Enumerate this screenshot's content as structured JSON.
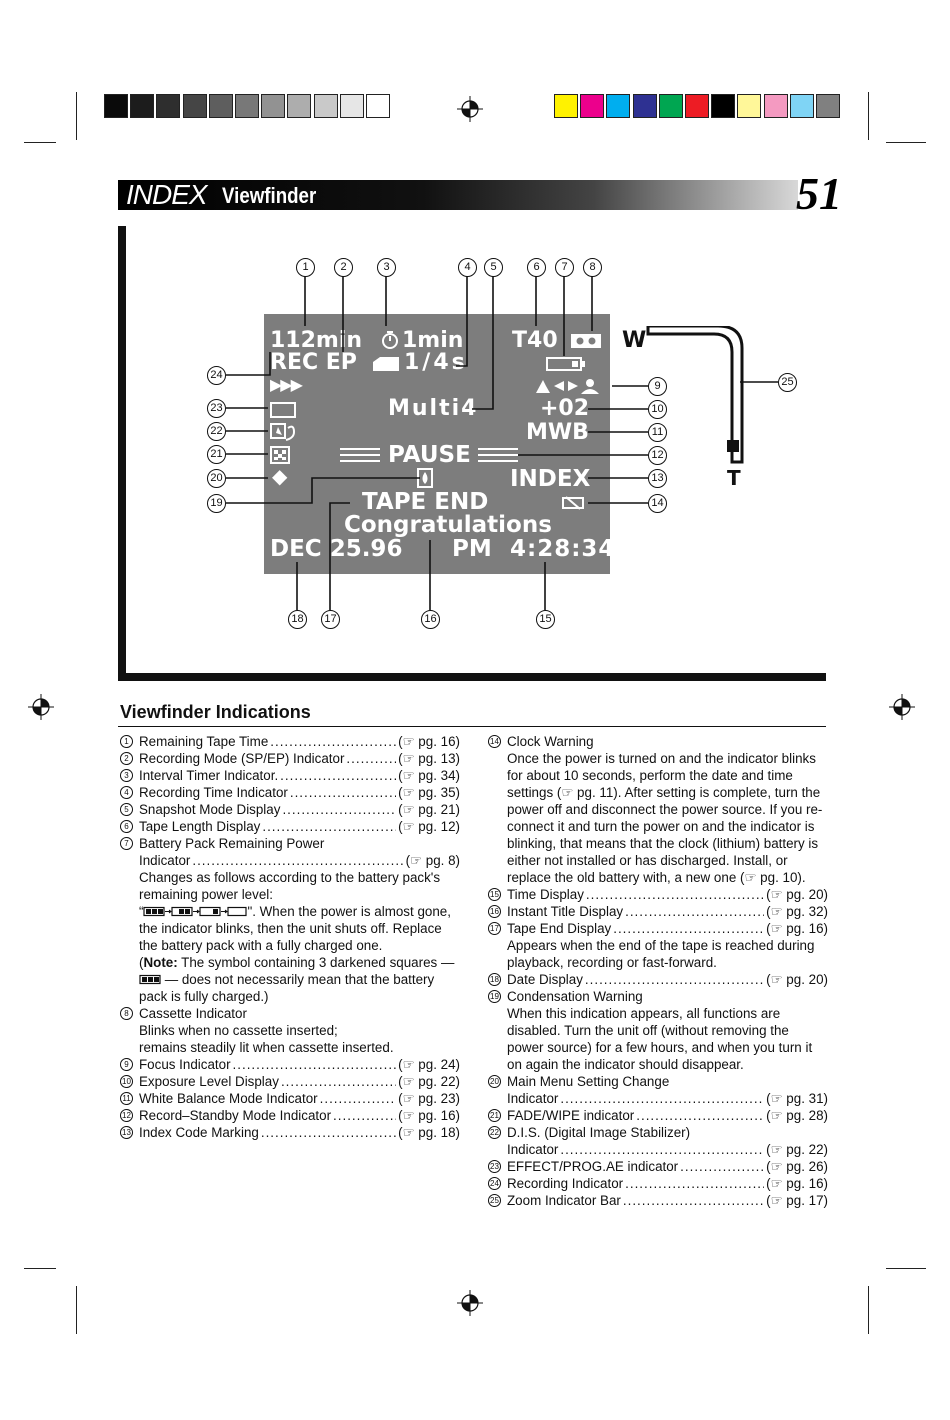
{
  "header": {
    "index_word": "INDEX",
    "title": "Viewfinder",
    "page_number": "51"
  },
  "colors": {
    "swatches_left": [
      "#0a0a0a",
      "#1c1c1c",
      "#2e2e2e",
      "#454545",
      "#5e5e5e",
      "#787878",
      "#929292",
      "#adadad",
      "#c9c9c9",
      "#e6e6e6",
      "#ffffff"
    ],
    "swatches_right": [
      "#fff200",
      "#ec008c",
      "#00aeef",
      "#2e3192",
      "#00a651",
      "#ed1c24",
      "#000000",
      "#fff799",
      "#f49ac1",
      "#7fd4f5",
      "#808080"
    ],
    "screen_bg": "#7d7d7d"
  },
  "viewfinder": {
    "remaining_tape": "112min",
    "interval_timer": "1min",
    "tape_length": "T40",
    "rec_mode": "REC EP",
    "rec_time": "1/4s",
    "recording_indicator": "▶▶▶",
    "snapshot_mode": "Multi4",
    "exposure_level": "+02",
    "white_balance": "MWB",
    "pause_text": "PAUSE",
    "index_text": "INDEX",
    "tape_end": "TAPE END",
    "instant_title": "Congratulations",
    "date": "DEC 25.96",
    "ampm": "PM",
    "time": "4:28:34",
    "zoom_wide": "W",
    "zoom_tele": "T",
    "main_menu_symbol": "◆",
    "focus_symbol": "◢◀▶👤"
  },
  "callouts": [
    "1",
    "2",
    "3",
    "4",
    "5",
    "6",
    "7",
    "8",
    "9",
    "10",
    "11",
    "12",
    "13",
    "14",
    "15",
    "16",
    "17",
    "18",
    "19",
    "20",
    "21",
    "22",
    "23",
    "24",
    "25"
  ],
  "section": {
    "title": "Viewfinder Indications",
    "left_items": [
      {
        "num": "1",
        "label": "Remaining Tape Time",
        "ref": "(☞ pg. 16)"
      },
      {
        "num": "2",
        "label": "Recording Mode (SP/EP) Indicator",
        "ref": "(☞ pg. 13)"
      },
      {
        "num": "3",
        "label": "Interval Timer Indicator.",
        "ref": "(☞ pg. 34)"
      },
      {
        "num": "4",
        "label": "Recording Time Indicator",
        "ref": "(☞ pg. 35)"
      },
      {
        "num": "5",
        "label": "Snapshot Mode Display",
        "ref": "(☞ pg. 21)"
      },
      {
        "num": "6",
        "label": "Tape Length Display",
        "ref": "(☞ pg. 12)"
      }
    ],
    "item7": {
      "num": "7",
      "label_line1": "Battery Pack Remaining Power",
      "label_line2": "Indicator",
      "ref": "(☞ pg. 8)",
      "body1": "Changes as follows according to the battery pack's remaining power level:",
      "body2": "\". When the power is almost gone, the indicator blinks, then the unit shuts off. Replace the battery pack with a fully charged one.",
      "note_label": "Note:",
      "note_text_a": "The symbol containing 3 darkened squares —",
      "note_text_b": "— does not necessarily mean that the battery pack is fully charged.)"
    },
    "item8": {
      "num": "8",
      "label": "Cassette Indicator",
      "body1": "Blinks when no cassette inserted;",
      "body2": "remains steadily lit when cassette inserted."
    },
    "left_items_b": [
      {
        "num": "9",
        "label": "Focus Indicator",
        "ref": "(☞ pg. 24)"
      },
      {
        "num": "10",
        "label": "Exposure Level Display",
        "ref": "(☞ pg. 22)"
      },
      {
        "num": "11",
        "label": "White Balance Mode Indicator",
        "ref": "(☞ pg. 23)"
      },
      {
        "num": "12",
        "label": "Record–Standby Mode Indicator",
        "ref": "(☞ pg. 16)"
      },
      {
        "num": "13",
        "label": "Index Code Marking",
        "ref": "(☞ pg. 18)"
      }
    ],
    "item14": {
      "num": "14",
      "label": "Clock Warning",
      "body": "Once the power is turned on and the indicator blinks for about 10 seconds, perform the date and time settings (☞ pg. 11). After setting is complete, turn the power off and disconnect the power source. If you re-connect it and turn the power on and the indicator is blinking, that means that the clock (lithium) battery is either not installed or has discharged. Install, or replace the old battery with, a new one (☞ pg. 10)."
    },
    "right_items_a": [
      {
        "num": "15",
        "label": "Time Display",
        "ref": "(☞ pg. 20)"
      },
      {
        "num": "16",
        "label": "Instant Title Display",
        "ref": "(☞ pg. 32)"
      },
      {
        "num": "17",
        "label": "Tape End Display",
        "ref": "(☞ pg. 16)"
      }
    ],
    "item17_body": "Appears when the end of the tape is reached during playback, recording or fast-forward.",
    "item18": {
      "num": "18",
      "label": "Date Display",
      "ref": "(☞ pg. 20)"
    },
    "item19": {
      "num": "19",
      "label": "Condensation Warning",
      "body": "When this indication appears, all functions are disabled. Turn the unit off (without removing the power source) for a few hours, and when you turn it on again the indicator should disappear."
    },
    "item20": {
      "num": "20",
      "label_line1": "Main Menu Setting Change",
      "label_line2": "Indicator",
      "ref": "(☞ pg. 31)"
    },
    "item21": {
      "num": "21",
      "label": "FADE/WIPE indicator",
      "ref": "(☞ pg. 28)"
    },
    "item22": {
      "num": "22",
      "label_line1": "D.I.S. (Digital Image Stabilizer)",
      "label_line2": "Indicator",
      "ref": "(☞ pg. 22)"
    },
    "right_items_b": [
      {
        "num": "23",
        "label": "EFFECT/PROG.AE indicator",
        "ref": "(☞ pg. 26)"
      },
      {
        "num": "24",
        "label": "Recording Indicator",
        "ref": "(☞ pg. 16)"
      },
      {
        "num": "25",
        "label": "Zoom Indicator Bar",
        "ref": "(☞ pg. 17)"
      }
    ]
  }
}
